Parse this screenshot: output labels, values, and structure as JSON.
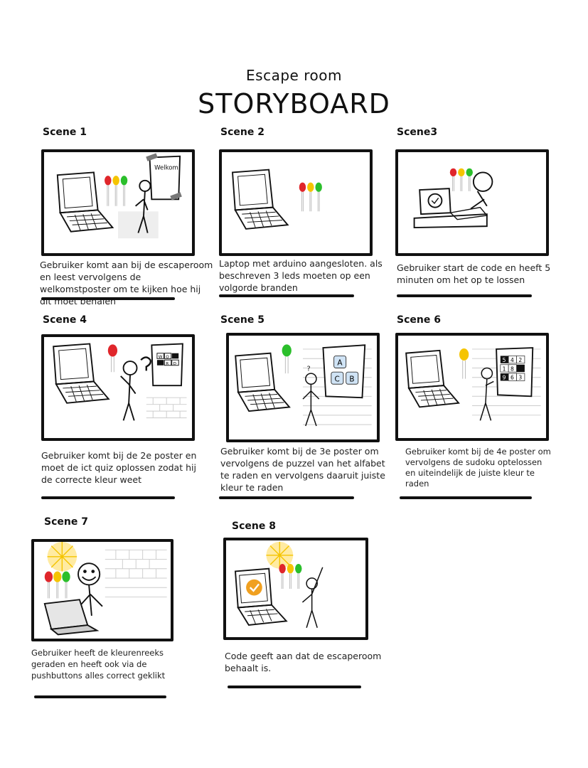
{
  "header": {
    "subtitle": "Escape room",
    "title": "STORYBOARD"
  },
  "scenes": [
    {
      "label": "Scene 1",
      "poster_text": "Welkom",
      "caption": "Gebruiker komt aan bij de escaperoom en leest vervolgens de welkomstposter om te kijken hoe hij dit moet behalen"
    },
    {
      "label": "Scene 2",
      "caption": "Laptop met arduino aangesloten. als beschreven 3 leds moeten op een volgorde branden"
    },
    {
      "label": "Scene3",
      "caption": "Gebruiker start de code en heeft 5 minuten om het op te lossen"
    },
    {
      "label": "Scene 4",
      "poster_letters": [
        "W",
        "O",
        "R",
        "D"
      ],
      "caption": "Gebruiker komt bij de 2e poster en moet de ict quiz oplossen zodat hij de correcte kleur weet"
    },
    {
      "label": "Scene 5",
      "poster_letters": [
        "A",
        "B",
        "C"
      ],
      "caption": "Gebruiker komt bij de 3e poster om vervolgens de puzzel van het alfabet te raden en vervolgens daaruit juiste kleur te raden"
    },
    {
      "label": "Scene 6",
      "sudoku": [
        "5",
        "4",
        "2",
        "1",
        "8",
        "9",
        "6",
        "3"
      ],
      "caption": "Gebruiker komt bij de 4e poster om vervolgens de sudoku optelossen en uiteindelijk de juiste kleur te raden"
    },
    {
      "label": "Scene 7",
      "caption": "Gebruiker heeft de kleurenreeks geraden en heeft ook via de pushbuttons alles correct geklikt"
    },
    {
      "label": "Scene 8",
      "caption": "Code geeft aan dat de escaperoom behaalt is."
    }
  ],
  "colors": {
    "led_red": "#e0262b",
    "led_yellow": "#f5c400",
    "led_green": "#2bbf2b",
    "check_orange": "#f0a020",
    "glow": "#ffe27a"
  }
}
